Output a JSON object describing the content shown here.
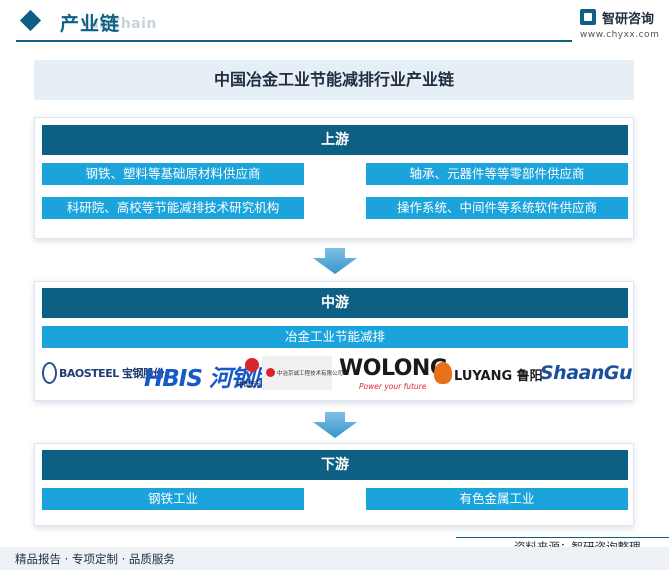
{
  "header": {
    "title": "产业链",
    "subtitle_watermark": "ial Chain"
  },
  "logo": {
    "name": "智研咨询",
    "url": "www.chyxx.com",
    "icon": "chyxx-logo-icon"
  },
  "main_title": "中国冶金工业节能减排行业产业链",
  "upstream": {
    "title": "上游",
    "items": [
      "钢铁、塑料等基础原材料供应商",
      "轴承、元器件等等零部件供应商",
      "科研院、高校等节能减排技术研究机构",
      "操作系统、中间件等系统软件供应商"
    ]
  },
  "midstream": {
    "title": "中游",
    "subtitle": "冶金工业节能减排",
    "companies": [
      {
        "name": "BAOSTEEL宝钢股份",
        "text": "BAOSTEEL 宝钢股份"
      },
      {
        "name": "HBIS河钢股份",
        "text": "HBIS 河钢股份"
      },
      {
        "name": "中国五矿",
        "text": "中国五矿"
      },
      {
        "name": "中冶京诚工程技术有限公司",
        "text": "中冶京诚工程技术有限公司"
      },
      {
        "name": "WOLONG",
        "text": "WOLONG",
        "slogan": "Power your future"
      },
      {
        "name": "LUYANG鲁阳",
        "text": "LUYANG 鲁阳"
      },
      {
        "name": "ShaanGu",
        "text": "ShaanGu"
      }
    ]
  },
  "downstream": {
    "title": "下游",
    "items": [
      "钢铁工业",
      "有色金属工业"
    ]
  },
  "footer": {
    "source": "资料来源：智研咨询整理",
    "tagline": "精品报告 · 专项定制 · 品质服务"
  },
  "colors": {
    "primary": "#0d5f84",
    "accent": "#1ba3dc",
    "title_bg": "#e6eef6",
    "arrow": "#4fa8d8"
  }
}
